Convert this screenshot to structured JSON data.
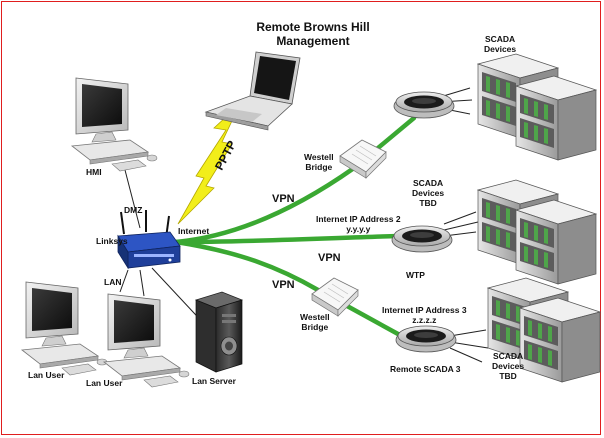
{
  "title": {
    "line1": "Remote Browns Hill",
    "line2": "Management"
  },
  "nodes": {
    "hmi": "HMI",
    "dmz": "DMZ",
    "linksys": "Linksys",
    "lan": "LAN",
    "internet": "Internet",
    "lan_user_1": "Lan User",
    "lan_user_2": "Lan User",
    "lan_server": "Lan Server",
    "pptp": "PPTP",
    "westell_bridge_top": {
      "line1": "Westell",
      "line2": "Bridge"
    },
    "westell_bridge_bottom": {
      "line1": "Westell",
      "line2": "Bridge"
    },
    "vpn_top": "VPN",
    "vpn_mid": "VPN",
    "vpn_bottom": "VPN",
    "ip2": {
      "line1": "Internet IP Address 2",
      "line2": "y.y.y.y"
    },
    "ip3": {
      "line1": "Internet IP Address 3",
      "line2": "z.z.z.z"
    },
    "wtp": "WTP",
    "remote_scada_3": "Remote SCADA 3",
    "scada_top": {
      "line1": "SCADA",
      "line2": "Devices"
    },
    "scada_mid": {
      "line1": "SCADA",
      "line2": "Devices",
      "line3": "TBD"
    },
    "scada_bottom": {
      "line1": "SCADA",
      "line2": "Devices",
      "line3": "TBD"
    }
  },
  "colors": {
    "frame": "#e01e1e",
    "vpn_link": "#3aa832",
    "pptp_bolt": "#f2ee1a",
    "router_blue": "#1f3f9a",
    "modem_dark": "#222222"
  }
}
